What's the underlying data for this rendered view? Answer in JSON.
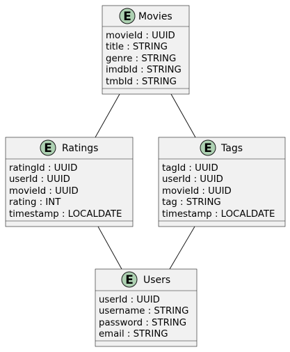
{
  "entities": [
    {
      "key": "movies",
      "badge": "E",
      "name": "Movies",
      "attributes": [
        "movieId : UUID",
        "title : STRING",
        "genre : STRING",
        "imdbId : STRING",
        "tmbId : STRING"
      ]
    },
    {
      "key": "ratings",
      "badge": "E",
      "name": "Ratings",
      "attributes": [
        "ratingId : UUID",
        "userId : UUID",
        "movieId : UUID",
        "rating : INT",
        "timestamp : LOCALDATE"
      ]
    },
    {
      "key": "tags",
      "badge": "E",
      "name": "Tags",
      "attributes": [
        "tagId : UUID",
        "userId : UUID",
        "movieId : UUID",
        "tag : STRING",
        "timestamp : LOCALDATE"
      ]
    },
    {
      "key": "users",
      "badge": "E",
      "name": "Users",
      "attributes": [
        "userId : UUID",
        "username : STRING",
        "password : STRING",
        "email : STRING"
      ]
    }
  ],
  "relations": [
    {
      "from": "movies",
      "to": "ratings"
    },
    {
      "from": "movies",
      "to": "tags"
    },
    {
      "from": "ratings",
      "to": "users"
    },
    {
      "from": "tags",
      "to": "users"
    }
  ],
  "colors": {
    "entity_fill": "#F1F1F1",
    "entity_border": "#181818",
    "badge_fill": "#ADD1B2"
  }
}
